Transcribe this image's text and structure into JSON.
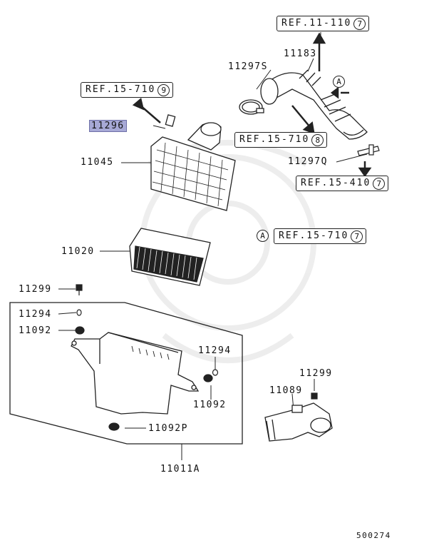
{
  "refs": {
    "ref1": {
      "text": "REF.11-110",
      "num": "7"
    },
    "ref2": {
      "text": "REF.15-710",
      "num": "9"
    },
    "ref3": {
      "text": "REF.15-710",
      "num": "8"
    },
    "ref4": {
      "text": "REF.15-410",
      "num": "7"
    },
    "ref5": {
      "text": "REF.15-710",
      "num": "7"
    }
  },
  "circle_marks": {
    "a1": "A",
    "a2": "A"
  },
  "parts": {
    "p11183": "11183",
    "p11297S": "11297S",
    "p11296": "11296",
    "p11045": "11045",
    "p11297Q": "11297Q",
    "p11020": "11020",
    "p11299a": "11299",
    "p11294a": "11294",
    "p11092a": "11092",
    "p11294b": "11294",
    "p11092b": "11092",
    "p11299b": "11299",
    "p11089": "11089",
    "p11092P": "11092P",
    "p11011A": "11011A"
  },
  "catalog_number": "500274",
  "colors": {
    "highlight": "#a7a9d6",
    "line": "#222222",
    "watermark": "#ececec"
  }
}
